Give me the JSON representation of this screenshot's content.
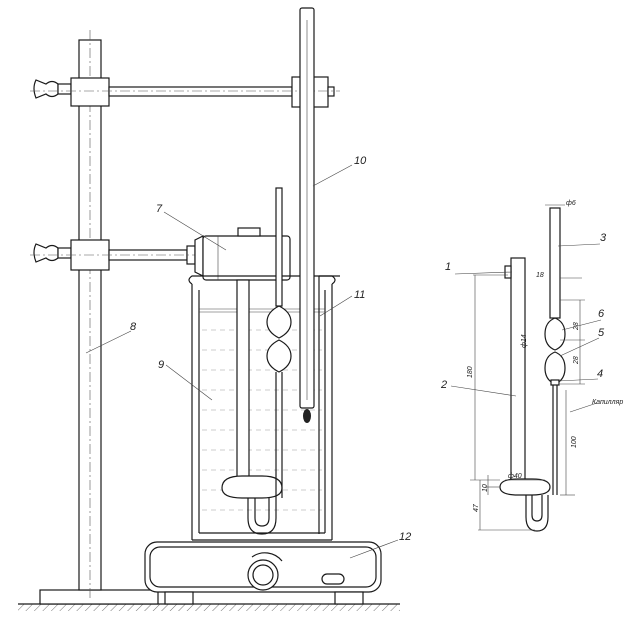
{
  "labels": {
    "l1": "1",
    "l2": "2",
    "l3": "3",
    "l4": "4",
    "l5": "5",
    "l6": "6",
    "l7": "7",
    "l8": "8",
    "l9": "9",
    "l10": "10",
    "l11": "11",
    "l12": "12",
    "capillary": "Капилляр"
  },
  "dimensions": {
    "d6": "ф6",
    "d18": "18",
    "d14": "ф14",
    "d180": "180",
    "d28a": "28",
    "d28b": "28",
    "d100": "100",
    "d40": "ф40",
    "d10": "10",
    "d47": "47"
  }
}
